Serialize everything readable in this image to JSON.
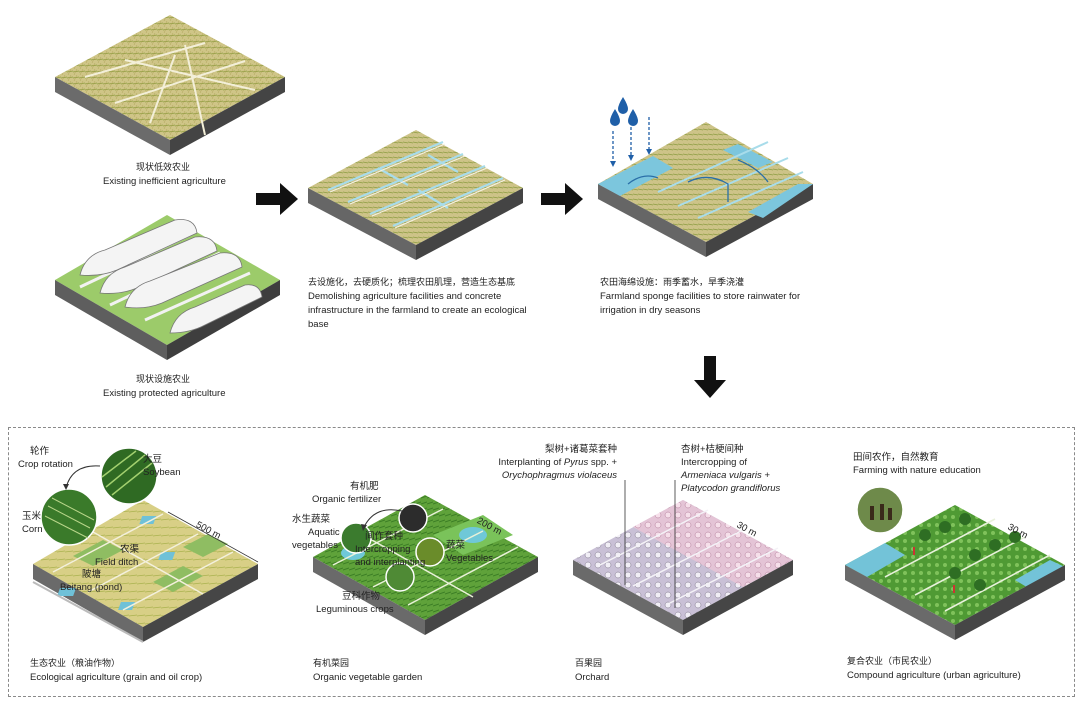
{
  "top": {
    "existing_inefficient": {
      "zh": "现状低效农业",
      "en": "Existing inefficient agriculture"
    },
    "existing_protected": {
      "zh": "现状设施农业",
      "en": "Existing protected agriculture"
    },
    "demolish": {
      "zh": "去设施化，去硬质化；梳理农田肌理，营造生态基底",
      "en1": "Demolishing agriculture facilities and concrete",
      "en2": "infrastructure in the farmland to create an ecological",
      "en3": "base"
    },
    "sponge": {
      "zh": "农田海绵设施：雨季蓄水，旱季浇灌",
      "en1": "Farmland sponge facilities to store rainwater for",
      "en2": "irrigation in dry seasons"
    }
  },
  "panels": {
    "eco": {
      "zh": "生态农业（粮油作物）",
      "en": "Ecological agriculture (grain and oil crop)",
      "scale": "500 m",
      "rotation_zh": "轮作",
      "rotation_en": "Crop rotation",
      "soybean_zh": "大豆",
      "soybean_en": "Soybean",
      "corn_zh": "玉米",
      "corn_en": "Corn",
      "ditch_zh": "农渠",
      "ditch_en": "Field ditch",
      "pond_zh": "陂塘",
      "pond_en": "Beitang (pond)"
    },
    "veg": {
      "zh": "有机菜园",
      "en": "Organic vegetable garden",
      "scale": "200 m",
      "fert_zh": "有机肥",
      "fert_en": "Organic fertilizer",
      "aqua_zh": "水生蔬菜",
      "aqua_en1": "Aquatic",
      "aqua_en2": "vegetables",
      "inter_zh": "间作套种",
      "inter_en1": "Intercropping",
      "inter_en2": "and interplanting",
      "vegs_zh": "蔬菜",
      "vegs_en": "Vegetables",
      "legume_zh": "豆科作物",
      "legume_en": "Leguminous crops"
    },
    "orchard": {
      "zh": "百果园",
      "en": "Orchard",
      "scale": "30 m",
      "pyrus_zh": "梨树+诸葛菜套种",
      "pyrus_en1": "Interplanting of",
      "pyrus_sp": "Pyrus",
      "pyrus_en2": "spp. +",
      "pyrus_en3": "Orychophragmus violaceus",
      "arm_zh": "杏树+桔梗间种",
      "arm_en1": "Intercropping of",
      "arm_en2": "Armeniaca vulgaris",
      "arm_plus": "+",
      "arm_en3": "Platycodon grandiflorus"
    },
    "urban": {
      "zh": "复合农业（市民农业）",
      "en": "Compound agriculture (urban agriculture)",
      "scale": "30 m",
      "edu_zh": "田间农作，自然教育",
      "edu_en": "Farming with nature education"
    }
  },
  "colors": {
    "field": "#c9c27a",
    "grass": "#8fbf5a",
    "water": "#7fc8dc",
    "side": "#5a5a5a",
    "arrow": "#111111"
  }
}
